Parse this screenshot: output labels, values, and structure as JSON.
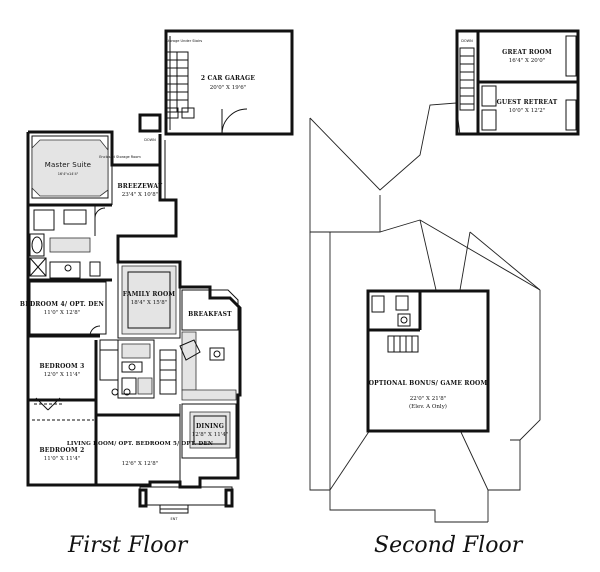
{
  "first_floor": {
    "caption": "First Floor",
    "rooms": {
      "garage": {
        "label": "2 CAR GARAGE",
        "dim": "20'0\" X 19'6\""
      },
      "master": {
        "label": "Master Suite",
        "dim": "16'4\"x14'4\""
      },
      "breezeway": {
        "label": "BREEZEWAY",
        "dim": "23'4\" X 10'8\""
      },
      "family": {
        "label": "FAMILY ROOM",
        "dim": "18'4\" X 15'8\""
      },
      "bedroom4": {
        "label": "BEDROOM 4/ OPT. DEN",
        "dim": "11'0\" X 12'8\""
      },
      "breakfast": {
        "label": "BREAKFAST",
        "dim": ""
      },
      "bedroom3": {
        "label": "BEDROOM 3",
        "dim": "12'0\" X 11'4\""
      },
      "dining": {
        "label": "DINING",
        "dim": "12'8\" X 11'4\""
      },
      "bedroom2": {
        "label": "BEDROOM 2",
        "dim": "11'0\" X 11'4\""
      },
      "living": {
        "label": "LIVING ROOM/ OPT. BEDROOM 5/ OPT. DEN",
        "dim": "12'6\" X 12'8\""
      }
    },
    "small_labels": {
      "storage": "Storage Under Stairs",
      "down": "DOWN",
      "shelves": "Enclosed Storage Room",
      "entry": "ENT"
    }
  },
  "second_floor": {
    "caption": "Second Floor",
    "rooms": {
      "great": {
        "label": "GREAT ROOM",
        "dim": "16'4\" X 20'0\""
      },
      "guest": {
        "label": "GUEST RETREAT",
        "dim": "10'0\" X 12'2\""
      },
      "bonus": {
        "label": "OPTIONAL BONUS/ GAME ROOM",
        "dim": "22'0\" X 21'8\"",
        "note": "(Elev. A Only)"
      }
    },
    "small_labels": {
      "down": "DOWN"
    }
  }
}
